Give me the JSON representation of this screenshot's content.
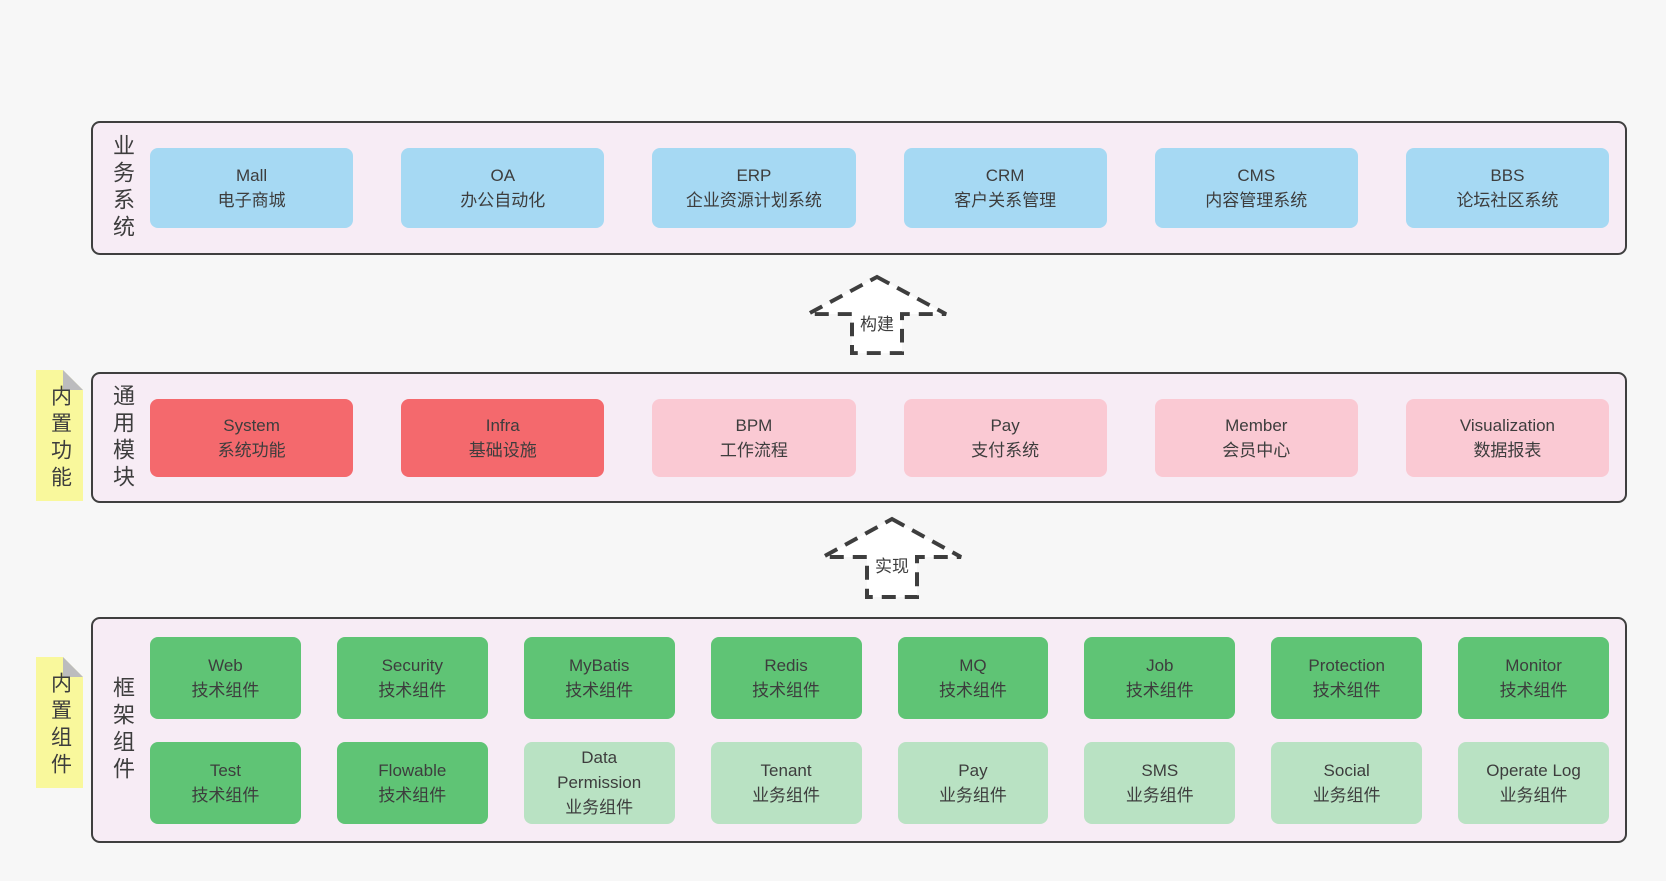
{
  "colors": {
    "page_bg": "#f7f7f7",
    "layer_bg": "#f7ecf5",
    "layer_border": "#3f3f3f",
    "text": "#3d3d3d",
    "blue": "#a6d9f3",
    "red": "#f4696d",
    "pink": "#fac9d3",
    "green": "#5fc475",
    "green_light": "#b9e2c3",
    "sticky_bg": "#f9f89c",
    "sticky_fold": "#bcbcbe",
    "arrow_stroke": "#3e3e3e",
    "arrow_fill": "#ffffff"
  },
  "arrows": [
    {
      "label": "构建"
    },
    {
      "label": "实现"
    }
  ],
  "layers": [
    {
      "label": "业务系统",
      "sticky": "",
      "rows": [
        [
          {
            "name": "Mall",
            "desc": "电子商城",
            "color": "blue"
          },
          {
            "name": "OA",
            "desc": "办公自动化",
            "color": "blue"
          },
          {
            "name": "ERP",
            "desc": "企业资源计划系统",
            "color": "blue"
          },
          {
            "name": "CRM",
            "desc": "客户关系管理",
            "color": "blue"
          },
          {
            "name": "CMS",
            "desc": "内容管理系统",
            "color": "blue"
          },
          {
            "name": "BBS",
            "desc": "论坛社区系统",
            "color": "blue"
          }
        ]
      ]
    },
    {
      "label": "通用模块",
      "sticky": "内置功能",
      "rows": [
        [
          {
            "name": "System",
            "desc": "系统功能",
            "color": "red"
          },
          {
            "name": "Infra",
            "desc": "基础设施",
            "color": "red"
          },
          {
            "name": "BPM",
            "desc": "工作流程",
            "color": "pink"
          },
          {
            "name": "Pay",
            "desc": "支付系统",
            "color": "pink"
          },
          {
            "name": "Member",
            "desc": "会员中心",
            "color": "pink"
          },
          {
            "name": "Visualization",
            "desc": "数据报表",
            "color": "pink"
          }
        ]
      ]
    },
    {
      "label": "框架组件",
      "sticky": "内置组件",
      "rows": [
        [
          {
            "name": "Web",
            "desc": "技术组件",
            "color": "green"
          },
          {
            "name": "Security",
            "desc": "技术组件",
            "color": "green"
          },
          {
            "name": "MyBatis",
            "desc": "技术组件",
            "color": "green"
          },
          {
            "name": "Redis",
            "desc": "技术组件",
            "color": "green"
          },
          {
            "name": "MQ",
            "desc": "技术组件",
            "color": "green"
          },
          {
            "name": "Job",
            "desc": "技术组件",
            "color": "green"
          },
          {
            "name": "Protection",
            "desc": "技术组件",
            "color": "green"
          },
          {
            "name": "Monitor",
            "desc": "技术组件",
            "color": "green"
          }
        ],
        [
          {
            "name": "Test",
            "desc": "技术组件",
            "color": "green"
          },
          {
            "name": "Flowable",
            "desc": "技术组件",
            "color": "green"
          },
          {
            "name": "Data Permission",
            "desc": "业务组件",
            "color": "green_light"
          },
          {
            "name": "Tenant",
            "desc": "业务组件",
            "color": "green_light"
          },
          {
            "name": "Pay",
            "desc": "业务组件",
            "color": "green_light"
          },
          {
            "name": "SMS",
            "desc": "业务组件",
            "color": "green_light"
          },
          {
            "name": "Social",
            "desc": "业务组件",
            "color": "green_light"
          },
          {
            "name": "Operate Log",
            "desc": "业务组件",
            "color": "green_light"
          }
        ]
      ]
    }
  ]
}
